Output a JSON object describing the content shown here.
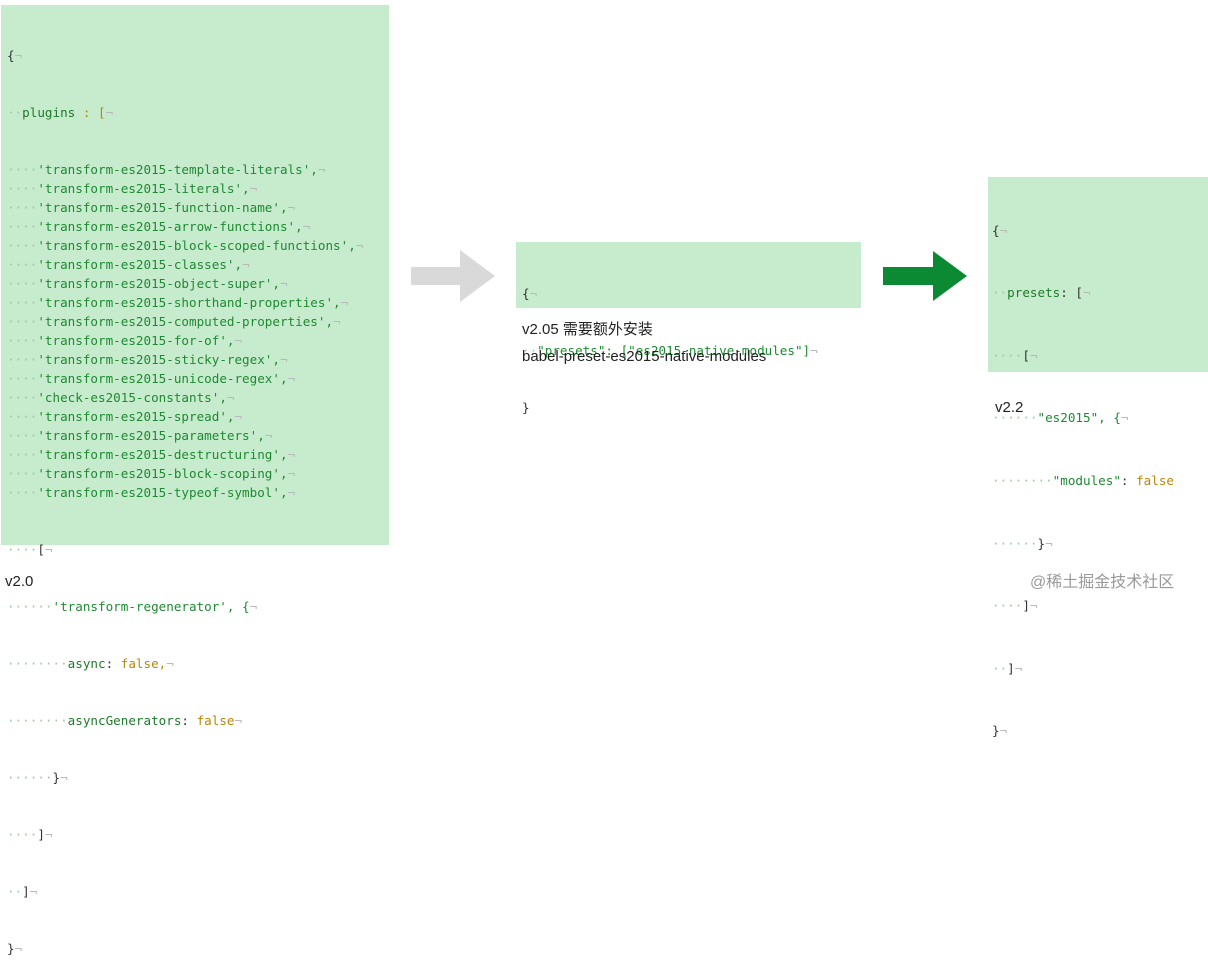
{
  "colors": {
    "panel_bg": "#c6ebcd",
    "arrow_gray": "#d9d9d9",
    "arrow_green": "#0b8a33"
  },
  "captions": {
    "v20": "v2.0",
    "v205_line1": "v2.05 需要额外安装",
    "v205_line2": "babel-preset-es2015-native-modules",
    "v22": "v2.2"
  },
  "watermark": "@稀土掘金技术社区",
  "panel_v20": {
    "open_brace": "{",
    "plugins_key": "plugins",
    "colon": " : [",
    "items": [
      "'transform-es2015-template-literals',",
      "'transform-es2015-literals',",
      "'transform-es2015-function-name',",
      "'transform-es2015-arrow-functions',",
      "'transform-es2015-block-scoped-functions',",
      "'transform-es2015-classes',",
      "'transform-es2015-object-super',",
      "'transform-es2015-shorthand-properties',",
      "'transform-es2015-computed-properties',",
      "'transform-es2015-for-of',",
      "'transform-es2015-sticky-regex',",
      "'transform-es2015-unicode-regex',",
      "'check-es2015-constants',",
      "'transform-es2015-spread',",
      "'transform-es2015-parameters',",
      "'transform-es2015-destructuring',",
      "'transform-es2015-block-scoping',",
      "'transform-es2015-typeof-symbol',"
    ],
    "inner_open": "[",
    "regenerator": "'transform-regenerator', {",
    "async_key": "async",
    "async_val": "false,",
    "asyncgen_key": "asyncGenerators",
    "asyncgen_val": "false",
    "inner_obj_close": "}",
    "inner_close": "]",
    "plugins_close": "]",
    "close_brace": "}"
  },
  "panel_v205": {
    "open_brace": "{",
    "key": "\"presets\"",
    "value": ": [\"es2015-native-modules\"]",
    "close_brace": "}"
  },
  "panel_v22": {
    "open_brace": "{",
    "presets_key": "presets",
    "presets_colon": ": [",
    "inner_open": "[",
    "es2015": "\"es2015\", {",
    "modules_key": "\"modules\"",
    "modules_val": "false",
    "obj_close": "}",
    "inner_close": "]",
    "presets_close": "]",
    "close_brace": "}"
  }
}
